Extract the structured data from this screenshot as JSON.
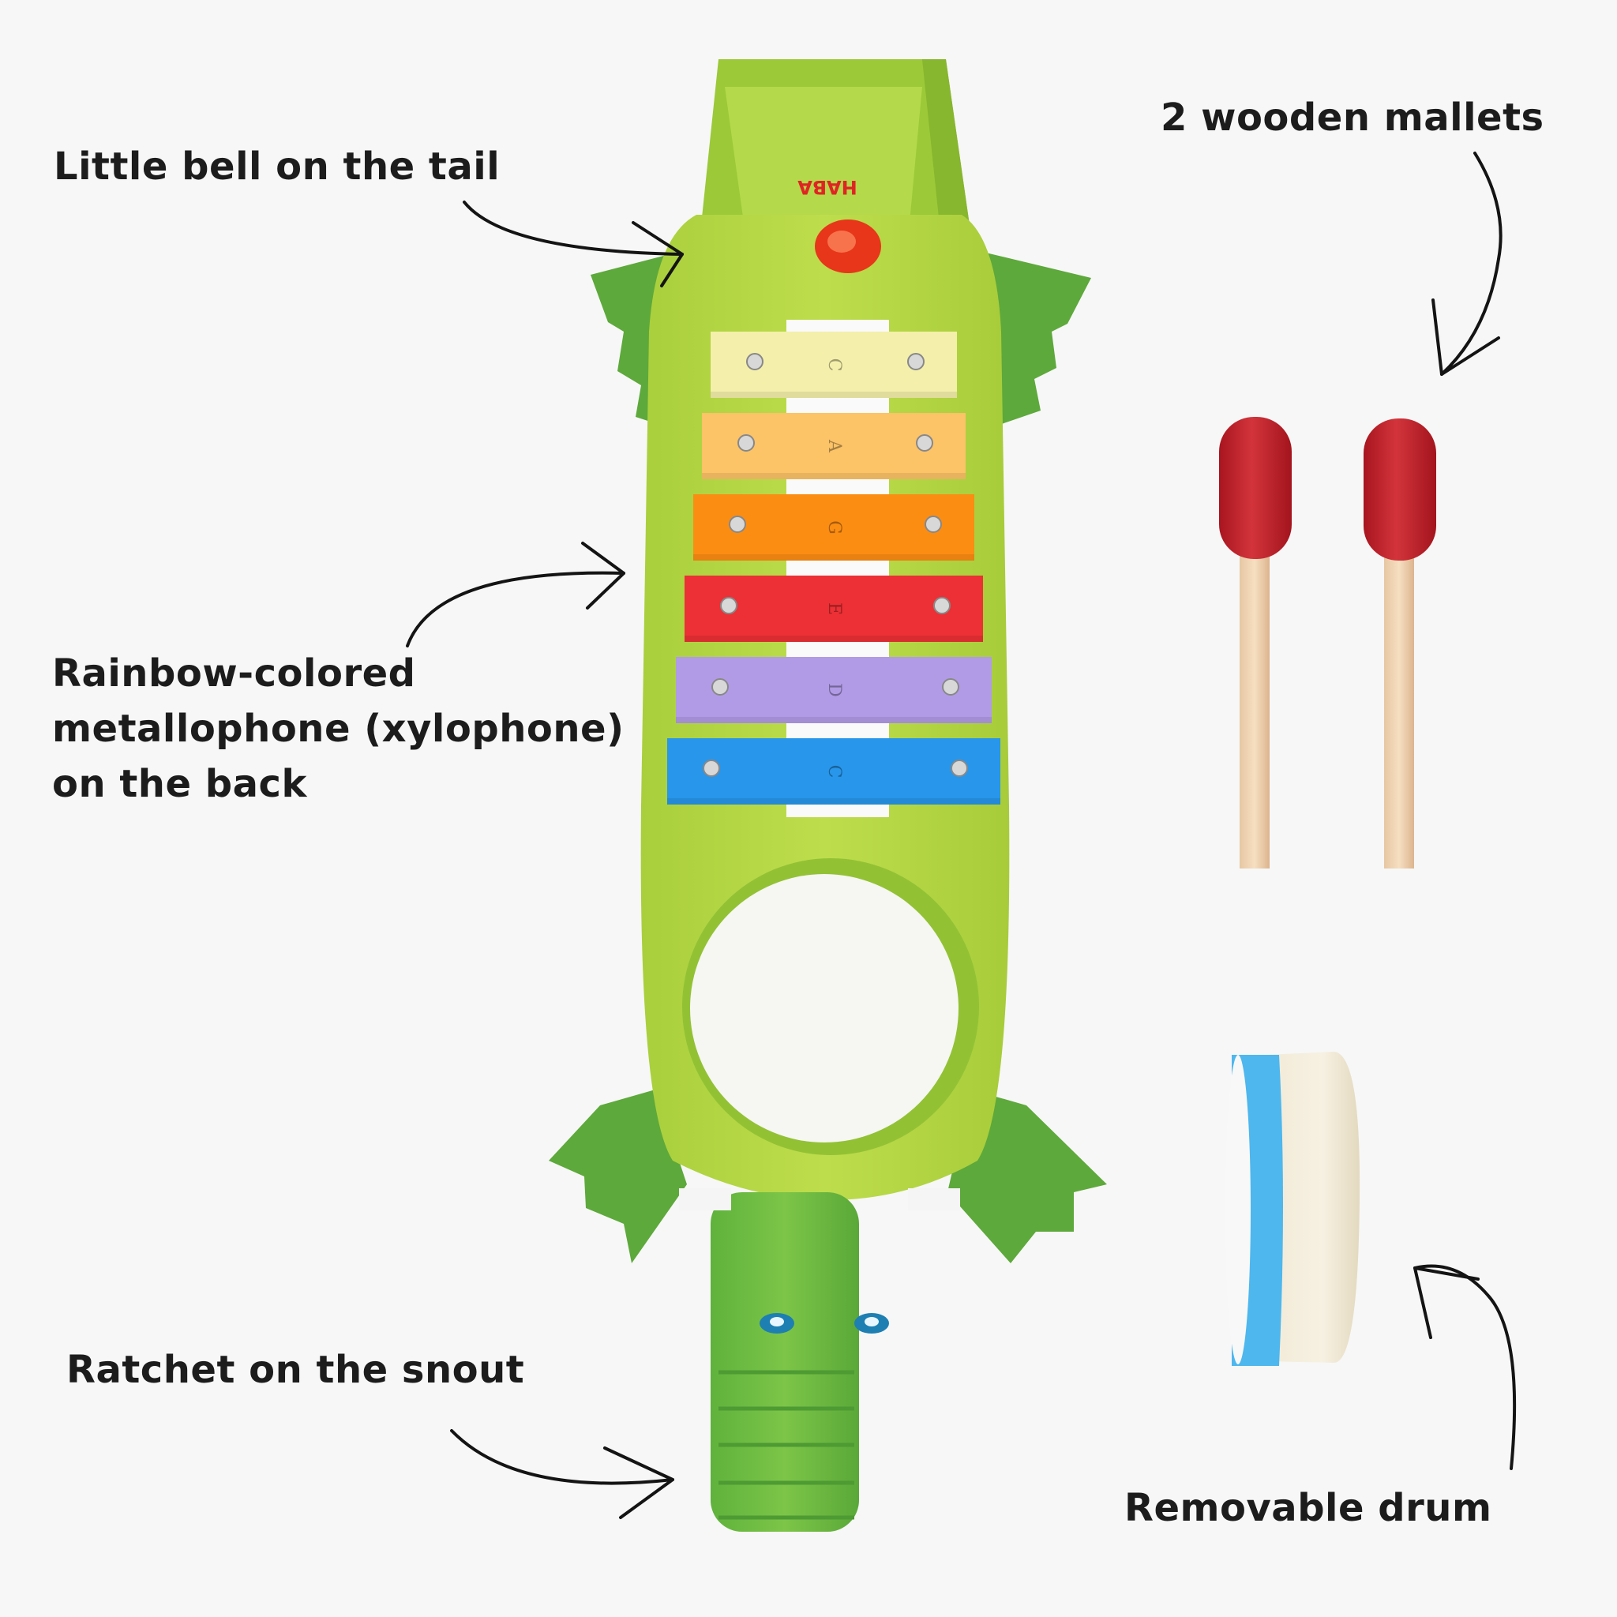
{
  "callouts": {
    "bell": "Little bell on the tail",
    "mallets": "2 wooden mallets",
    "metallophone": [
      "Rainbow-colored",
      "metallophone (xylophone)",
      "on the back"
    ],
    "ratchet": "Ratchet on the snout",
    "drum": "Removable drum"
  },
  "brand": "HABA",
  "metallophone_bars": [
    {
      "note": "C",
      "color": "#f4efaa"
    },
    {
      "note": "A",
      "color": "#fcc367"
    },
    {
      "note": "G",
      "color": "#fc8d13"
    },
    {
      "note": "E",
      "color": "#ec3035"
    },
    {
      "note": "D",
      "color": "#b19be6"
    },
    {
      "note": "C",
      "color": "#2896ea"
    }
  ],
  "colors": {
    "body_green": "#b5d746",
    "dark_green": "#5aa43a",
    "mallet_red": "#c6252e",
    "drum_blue": "#4db7ee",
    "background": "#f7f7f7"
  }
}
